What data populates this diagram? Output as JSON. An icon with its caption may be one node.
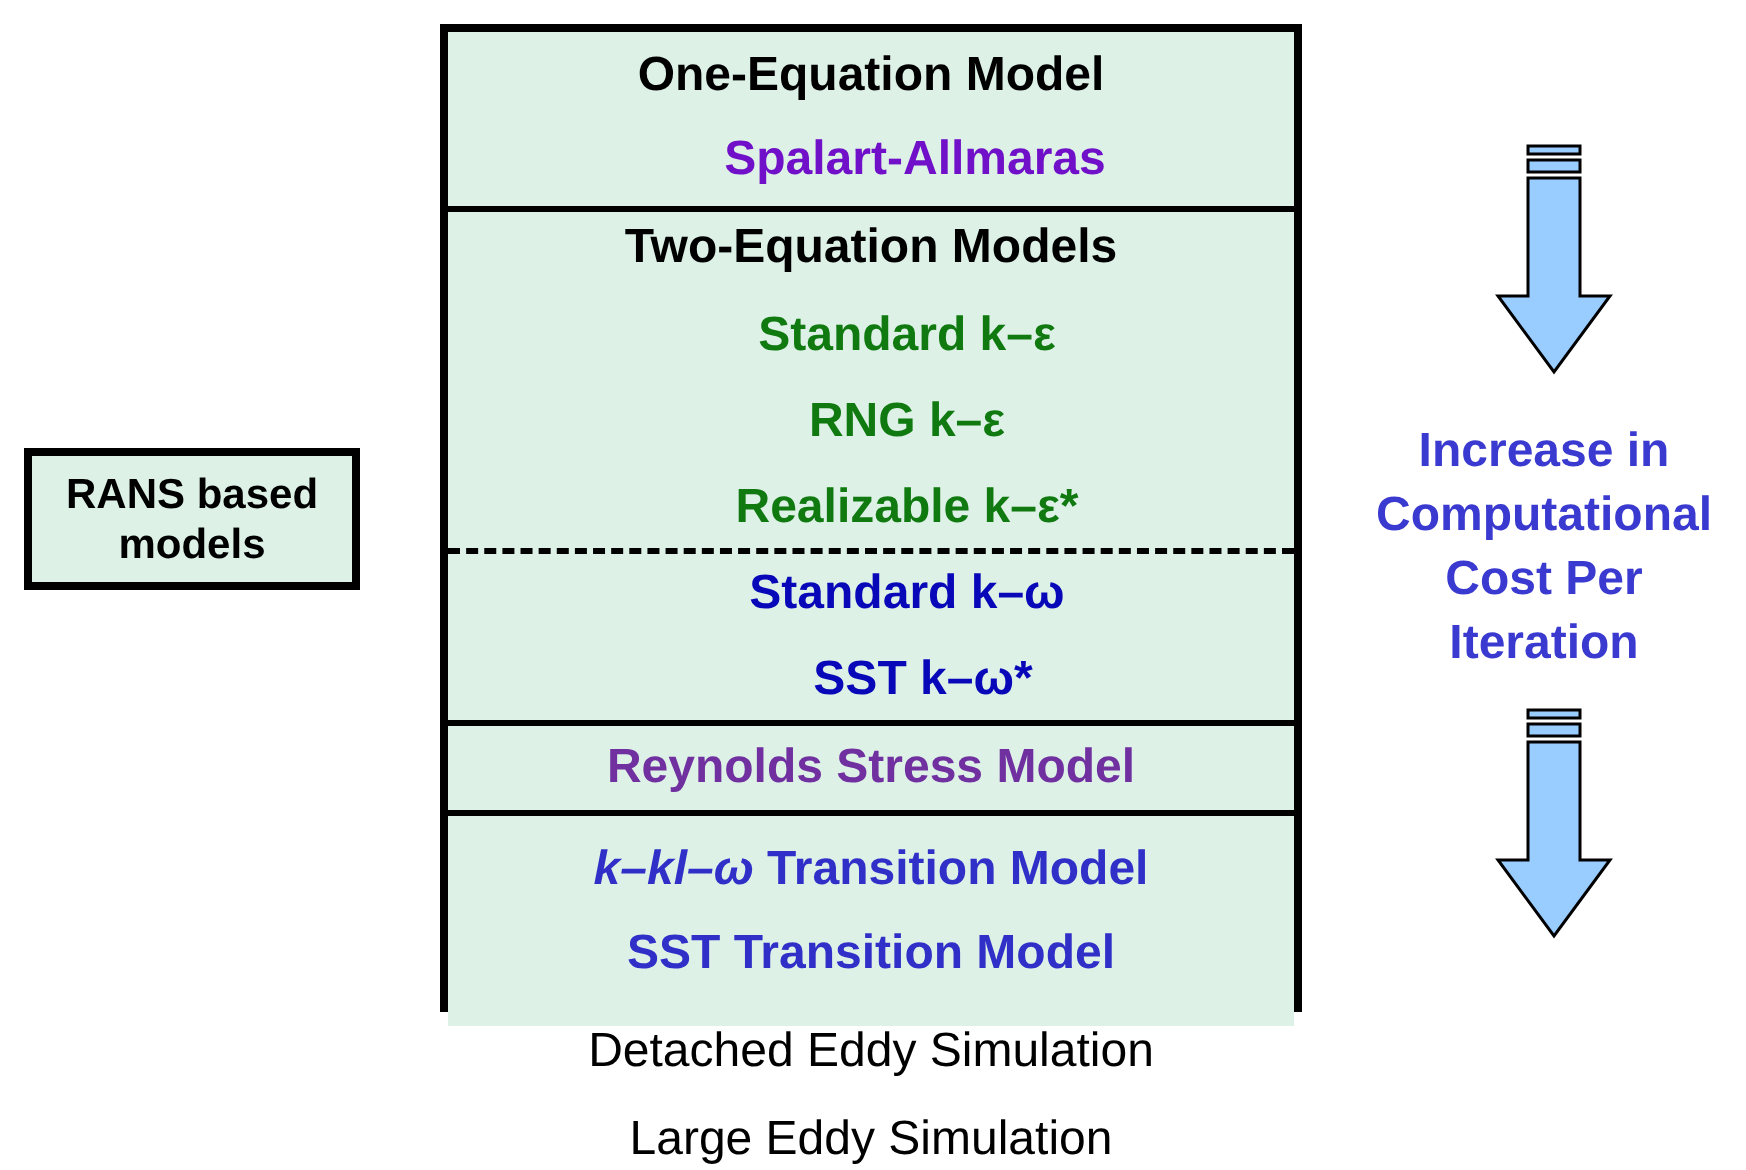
{
  "diagram": {
    "nodes": [
      {
        "text": [
          "RANS based models"
        ]
      },
      {
        "text": [
          "One-Equation Model",
          "Spalart-Allmaras"
        ]
      },
      {
        "text": [
          "Two-Equation Models",
          "Standard k–ε",
          "RNG k–ε",
          "Realizable k–ε*",
          "Standard k–ω",
          "SST k–ω*"
        ]
      },
      {
        "text": [
          "Reynolds Stress Model"
        ]
      },
      {
        "text": [
          "*k–kl–ω* Transition Model",
          "SST Transition Model"
        ]
      }
    ],
    "labels": [
      "Detached Eddy Simulation",
      "Large Eddy Simulation",
      "Increase in Computational Cost Per Iteration"
    ]
  }
}
